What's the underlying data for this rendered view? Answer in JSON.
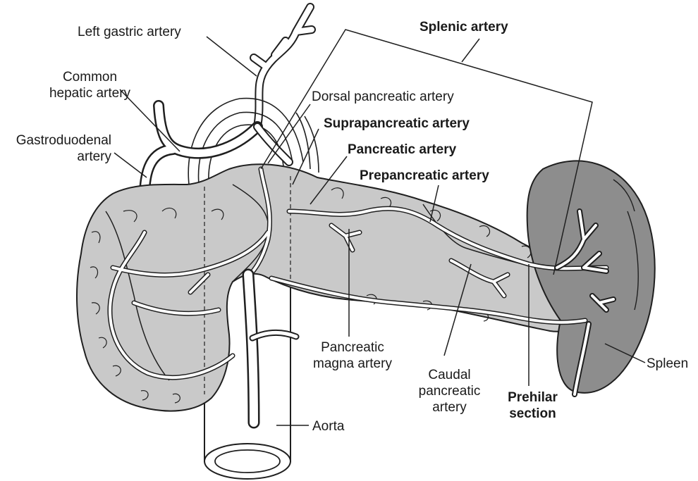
{
  "colors": {
    "pancreas": "#c9c9c9",
    "spleen": "#8d8d8d",
    "outline": "#1f1f1f",
    "vessel": "#ffffff"
  },
  "labels": {
    "splenic_artery": "Splenic artery",
    "left_gastric_artery": "Left gastric artery",
    "common_hepatic_line1": "Common",
    "common_hepatic_line2": "hepatic artery",
    "gastroduodenal_line1": "Gastroduodenal",
    "gastroduodenal_line2": "artery",
    "dorsal_pancreatic_artery": "Dorsal pancreatic artery",
    "suprapancreatic_artery": "Suprapancreatic artery",
    "pancreatic_artery": "Pancreatic artery",
    "prepancreatic_artery": "Prepancreatic artery",
    "pancreatic_magna_line1": "Pancreatic",
    "pancreatic_magna_line2": "magna artery",
    "caudal_line1": "Caudal",
    "caudal_line2": "pancreatic",
    "caudal_line3": "artery",
    "prehilar_line1": "Prehilar",
    "prehilar_line2": "section",
    "spleen": "Spleen",
    "aorta": "Aorta"
  }
}
